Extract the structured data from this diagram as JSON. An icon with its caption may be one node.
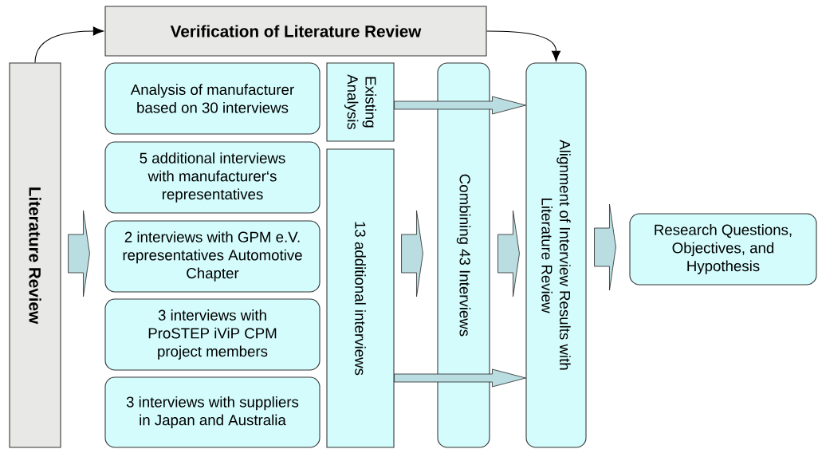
{
  "diagram": {
    "nodes": [
      {
        "text": [
          "Verification of Literature Review"
        ]
      },
      {
        "text": [
          "Literature Review"
        ]
      },
      {
        "text": [
          "Analysis of manufacturer based on 30 interviews"
        ]
      },
      {
        "text": [
          "5 additional interviews with manufacturer‘s representatives"
        ]
      },
      {
        "text": [
          "2 interviews with GPM e.V. representatives Automotive Chapter"
        ]
      },
      {
        "text": [
          "3 interviews with ProSTEP iViP CPM project members"
        ]
      },
      {
        "text": [
          "3 interviews with suppliers in Japan and Australia"
        ]
      },
      {
        "text": [
          "Existing Analysis"
        ]
      },
      {
        "text": [
          "13 additional interviews"
        ]
      },
      {
        "text": [
          "Combining 43 Interviews"
        ]
      },
      {
        "text": [
          "Alignment of Interview Results with Literature Review"
        ]
      },
      {
        "text": [
          "Research Questions, Objectives, and Hypothesis"
        ]
      }
    ],
    "edges": [
      {
        "from": 1,
        "to": 0,
        "arrow": "to"
      },
      {
        "from": 0,
        "to": 10,
        "arrow": "to"
      },
      {
        "from": 1,
        "to": 4,
        "arrow": "to",
        "style": "thick"
      },
      {
        "from": 7,
        "to": 10,
        "arrow": "to",
        "style": "thick"
      },
      {
        "from": 8,
        "to": 10,
        "arrow": "to",
        "style": "thick"
      },
      {
        "from": 8,
        "to": 9,
        "arrow": "to",
        "style": "thick"
      },
      {
        "from": 9,
        "to": 10,
        "arrow": "to",
        "style": "thick"
      },
      {
        "from": 10,
        "to": 11,
        "arrow": "to",
        "style": "thick"
      }
    ]
  }
}
